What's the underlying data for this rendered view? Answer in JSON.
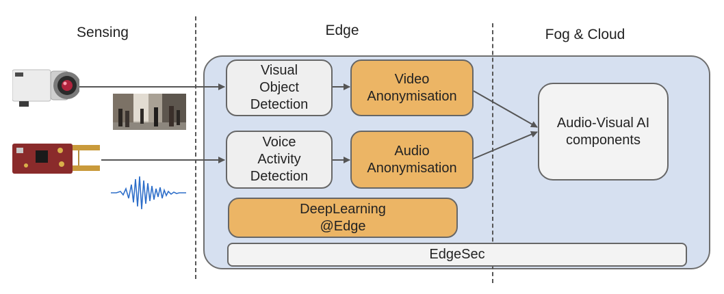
{
  "headers": {
    "sensing": "Sensing",
    "edge": "Edge",
    "fog_cloud": "Fog & Cloud"
  },
  "boxes": {
    "visual_object_detection": "Visual\nObject\nDetection",
    "video_anonymisation": "Video\nAnonymisation",
    "voice_activity_detection": "Voice\nActivity\nDetection",
    "audio_anonymisation": "Audio\nAnonymisation",
    "audio_visual_ai": "Audio-Visual AI\ncomponents",
    "deeplearning_edge": "DeepLearning\n@Edge",
    "edgesec": "EdgeSec"
  },
  "icons": [
    "camera-icon",
    "street-scene-thumbnail",
    "microphone-board-icon",
    "audio-waveform-icon"
  ],
  "colors": {
    "panel": "#d6e0f0",
    "orange": "#ecb565",
    "grey_box": "#efefef",
    "stroke": "#666666"
  }
}
